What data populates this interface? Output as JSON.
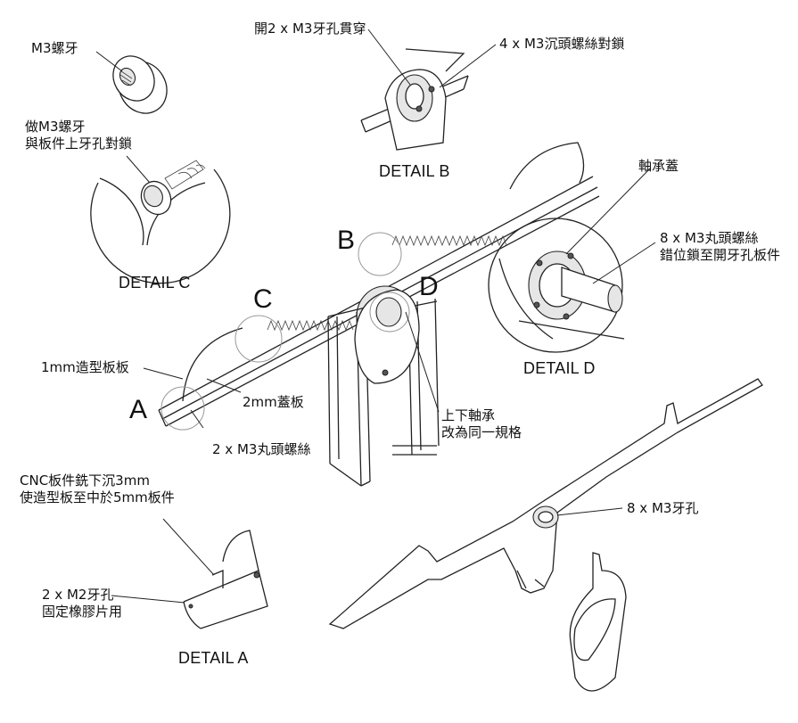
{
  "labels": {
    "m3_thread": "M3螺牙",
    "m3_thread_lock": "做M3螺牙\n與板件上牙孔對鎖",
    "detail_c": "DETAIL C",
    "m3_through": "開2 x M3牙孔貫穿",
    "m3_countersunk": "4 x M3沉頭螺絲對鎖",
    "detail_b": "DETAIL B",
    "bearing_cover": "軸承蓋",
    "m3_round_screws_8": "8 x M3丸頭螺絲\n錯位鎖至開牙孔板件",
    "detail_d": "DETAIL D",
    "plate_1mm": "1mm造型板板",
    "cover_2mm": "2mm蓋板",
    "m3_round_screws_2": "2 x M3丸頭螺絲",
    "bearing_same_spec": "上下軸承\n改為同一規格",
    "cnc_sink": "CNC板件銑下沉3mm\n使造型板至中於5mm板件",
    "m3_holes_8": "8 x M3牙孔",
    "m2_holes": "2 x M2牙孔\n固定橡膠片用",
    "detail_a": "DETAIL A"
  },
  "callouts": {
    "a": "A",
    "b": "B",
    "c": "C",
    "d": "D"
  },
  "icons": {
    "main_assembly": "seesaw-arm-assembly-drawing",
    "exploded_plate": "exploded-plate-drawing"
  }
}
